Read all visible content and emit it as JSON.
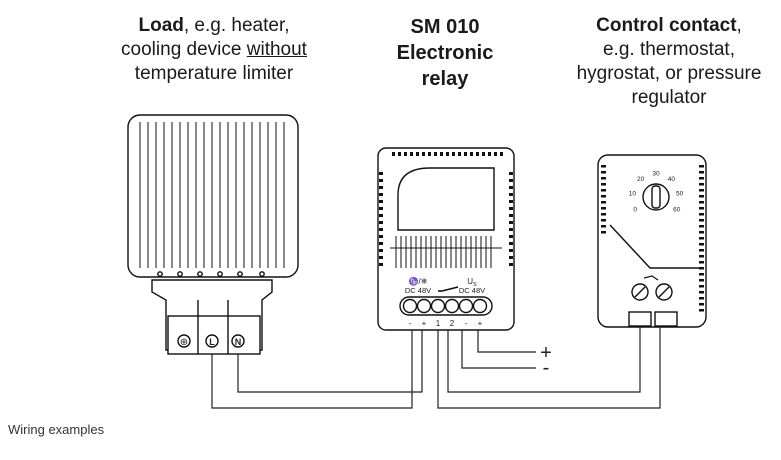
{
  "load": {
    "title_bold": "Load",
    "title_rest": ", e.g. heater,",
    "line2_pre": "cooling device ",
    "line2_underlined": "without",
    "line3": "temperature limiter"
  },
  "relay": {
    "line1": "SM 010",
    "line2": "Electronic",
    "line3": "relay",
    "left_label": "♑/❄",
    "left_voltage": "DC 48V",
    "right_label": "U",
    "right_label_sub": "S",
    "right_voltage": "DC 48V",
    "terminals": [
      "-",
      "+",
      "1",
      "2",
      "-",
      "+"
    ]
  },
  "control": {
    "title_bold": "Control contact",
    "title_rest": ",",
    "line2": "e.g. thermostat,",
    "line3": "hygrostat, or pressure",
    "line4": "regulator",
    "dial_values": [
      "0",
      "10",
      "20",
      "30",
      "40",
      "50",
      "60"
    ]
  },
  "heater_terminals": [
    "⊕",
    "L",
    "N"
  ],
  "supply": {
    "plus": "+",
    "minus": "-"
  },
  "caption": "Wiring examples"
}
